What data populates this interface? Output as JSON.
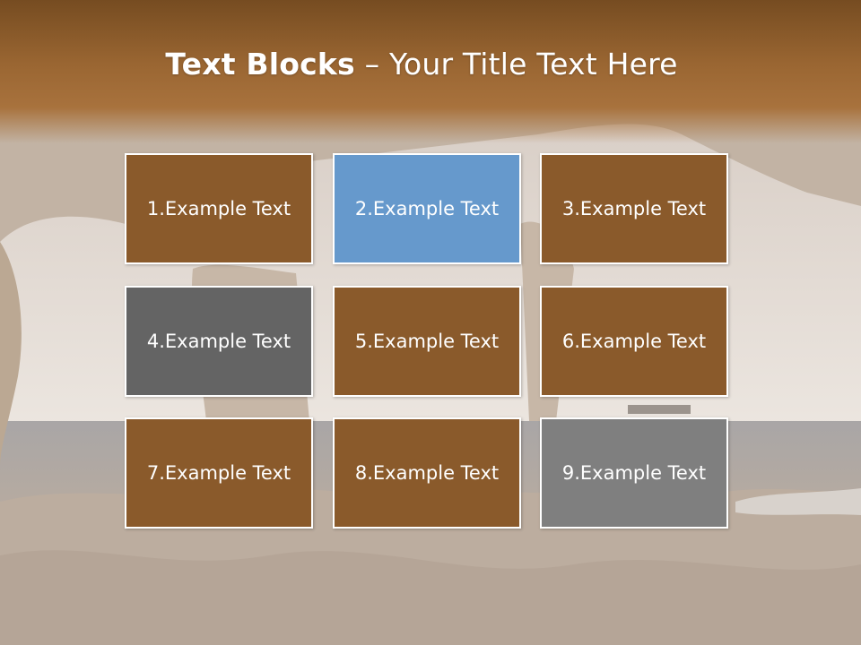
{
  "title": {
    "bold": "Text Blocks",
    "dash": "–",
    "rest": "Your Title Text Here"
  },
  "blocks": [
    {
      "label": "1.Example Text",
      "color": "#8a5a2b"
    },
    {
      "label": "2.Example Text",
      "color": "#6699cc"
    },
    {
      "label": "3.Example Text",
      "color": "#8a5a2b"
    },
    {
      "label": "4.Example Text",
      "color": "#646464"
    },
    {
      "label": "5.Example Text",
      "color": "#8a5a2b"
    },
    {
      "label": "6.Example Text",
      "color": "#8a5a2b"
    },
    {
      "label": "7.Example Text",
      "color": "#8a5a2b"
    },
    {
      "label": "8.Example Text",
      "color": "#8a5a2b"
    },
    {
      "label": "9.Example Text",
      "color": "#7f7f7f"
    }
  ],
  "colors": {
    "title_bar": "#8f5e2d",
    "brown_block": "#8a5a2b",
    "blue_block": "#6699cc",
    "dark_gray_block": "#646464",
    "gray_block": "#7f7f7f"
  }
}
